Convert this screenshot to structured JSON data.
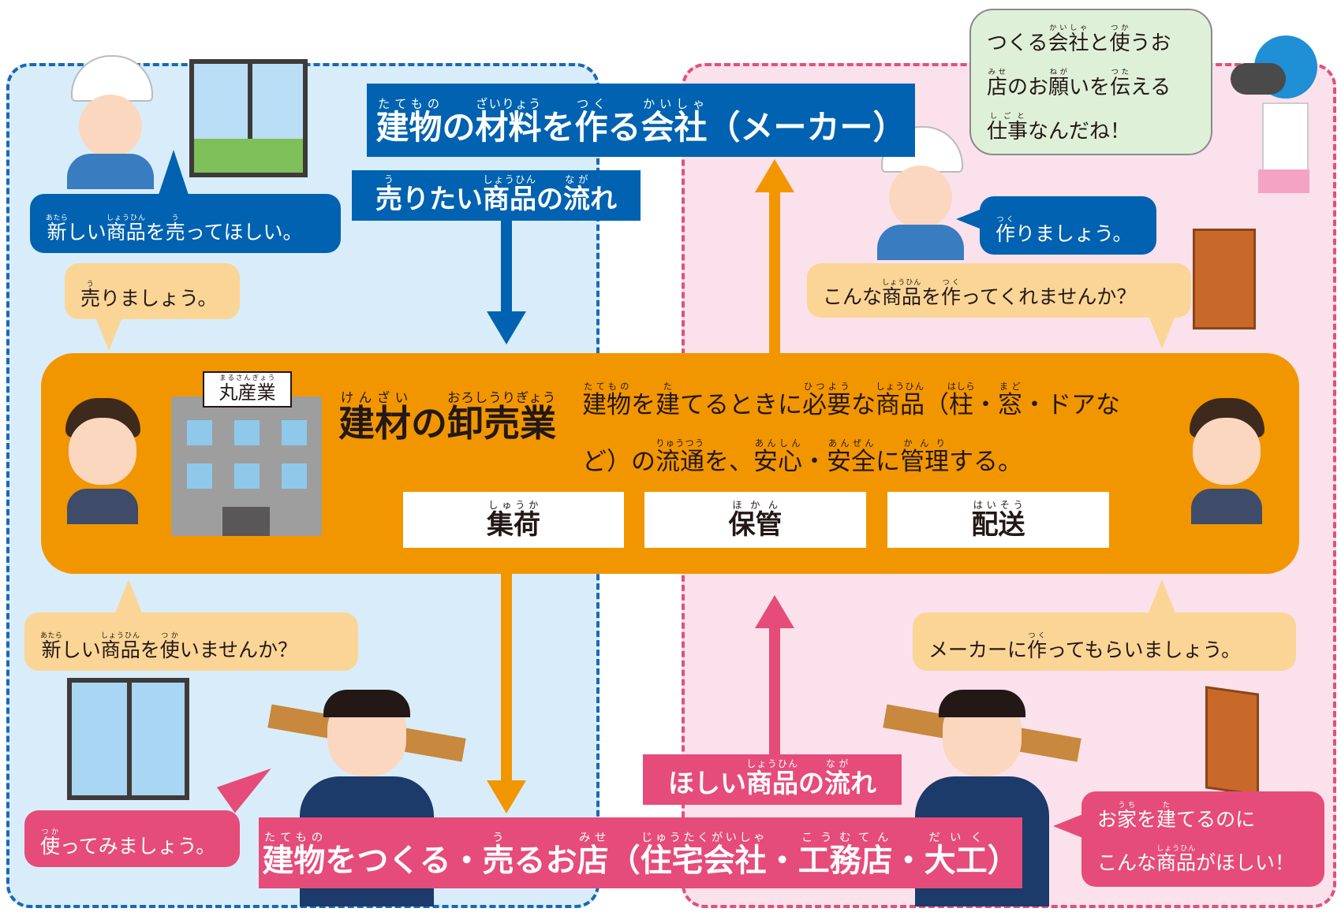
{
  "colors": {
    "maker_blue": "#0062b0",
    "wholesale_orange": "#f29600",
    "store_pink": "#e64c79",
    "bubble_light_orange": "#fbd596",
    "bubble_green": "#dff0d8"
  },
  "maker": {
    "title": [
      [
        "建物",
        "たてもの"
      ],
      [
        "の",
        ""
      ],
      [
        "材料",
        "ざいりょう"
      ],
      [
        "を",
        ""
      ],
      [
        "作",
        "つく"
      ],
      [
        "る",
        ""
      ],
      [
        "会社",
        "かいしゃ"
      ],
      [
        "（メーカー）",
        ""
      ]
    ],
    "flow_label": [
      [
        "売",
        "う"
      ],
      [
        "りたい",
        ""
      ],
      [
        "商品",
        "しょうひん"
      ],
      [
        "の",
        ""
      ],
      [
        "流",
        "なが"
      ],
      [
        "れ",
        ""
      ]
    ]
  },
  "wholesale": {
    "sign": [
      [
        "丸産業",
        "まるさんぎょう"
      ]
    ],
    "title": [
      [
        "建材",
        "けんざい"
      ],
      [
        "の",
        ""
      ],
      [
        "卸売業",
        "おろしうりぎょう"
      ]
    ],
    "description": [
      [
        "建物",
        "たてもの"
      ],
      [
        "を",
        ""
      ],
      [
        "建",
        "た"
      ],
      [
        "てるときに",
        ""
      ],
      [
        "必要",
        "ひつよう"
      ],
      [
        "な",
        ""
      ],
      [
        "商品",
        "しょうひん"
      ],
      [
        "（",
        ""
      ],
      [
        "柱",
        "はしら"
      ],
      [
        "・",
        ""
      ],
      [
        "窓",
        "まど"
      ],
      [
        "・ドアな",
        ""
      ],
      [
        "\n",
        ""
      ],
      [
        "ど）の",
        ""
      ],
      [
        "流通",
        "りゅうつう"
      ],
      [
        "を、",
        ""
      ],
      [
        "安心",
        "あんしん"
      ],
      [
        "・",
        ""
      ],
      [
        "安全",
        "あんぜん"
      ],
      [
        "に",
        ""
      ],
      [
        "管理",
        "かんり"
      ],
      [
        "する。",
        ""
      ]
    ],
    "functions": [
      [
        [
          "集荷",
          "しゅうか"
        ]
      ],
      [
        [
          "保管",
          "ほかん"
        ]
      ],
      [
        [
          "配送",
          "はいそう"
        ]
      ]
    ]
  },
  "store": {
    "title": [
      [
        "建物",
        "たてもの"
      ],
      [
        "をつくる・",
        ""
      ],
      [
        "売",
        "う"
      ],
      [
        "るお",
        ""
      ],
      [
        "店",
        "みせ"
      ],
      [
        "（",
        ""
      ],
      [
        "住宅会社",
        "じゅうたくがいしゃ"
      ],
      [
        "・",
        ""
      ],
      [
        "工務店",
        "こうむてん"
      ],
      [
        "・",
        ""
      ],
      [
        "大工",
        "だいく"
      ],
      [
        "）",
        ""
      ]
    ],
    "flow_label": [
      [
        "ほしい",
        ""
      ],
      [
        "商品",
        "しょうひん"
      ],
      [
        "の",
        ""
      ],
      [
        "流",
        "なが"
      ],
      [
        "れ",
        ""
      ]
    ]
  },
  "bubbles": {
    "left_maker": [
      [
        "新",
        "あたら"
      ],
      [
        "しい",
        ""
      ],
      [
        "商品",
        "しょうひん"
      ],
      [
        "を",
        ""
      ],
      [
        "売",
        "う"
      ],
      [
        "ってほしい。",
        ""
      ]
    ],
    "left_wholesale": [
      [
        "売",
        "う"
      ],
      [
        "りましょう。",
        ""
      ]
    ],
    "left_wholesale_offer": [
      [
        "新",
        "あたら"
      ],
      [
        "しい",
        ""
      ],
      [
        "商品",
        "しょうひん"
      ],
      [
        "を",
        ""
      ],
      [
        "使",
        "つか"
      ],
      [
        "いませんか？",
        ""
      ]
    ],
    "left_store": [
      [
        "使",
        "つか"
      ],
      [
        "ってみましょう。",
        ""
      ]
    ],
    "girl": [
      [
        "つくる",
        ""
      ],
      [
        "会社",
        "かいしゃ"
      ],
      [
        "と",
        ""
      ],
      [
        "使",
        "つか"
      ],
      [
        "うお",
        ""
      ],
      [
        "\n",
        ""
      ],
      [
        "店",
        "みせ"
      ],
      [
        "のお",
        ""
      ],
      [
        "願",
        "ねが"
      ],
      [
        "いを",
        ""
      ],
      [
        "伝",
        "つた"
      ],
      [
        "える",
        ""
      ],
      [
        "\n",
        ""
      ],
      [
        "仕事",
        "しごと"
      ],
      [
        "なんだね！",
        ""
      ]
    ],
    "right_maker": [
      [
        "作",
        "つく"
      ],
      [
        "りましょう。",
        ""
      ]
    ],
    "right_wholesale_request": [
      [
        "こんな",
        ""
      ],
      [
        "商品",
        "しょうひん"
      ],
      [
        "を",
        ""
      ],
      [
        "作",
        "つく"
      ],
      [
        "ってくれませんか？",
        ""
      ]
    ],
    "right_wholesale": [
      [
        "メーカーに",
        ""
      ],
      [
        "作",
        "つく"
      ],
      [
        "ってもらいましょう。",
        ""
      ]
    ],
    "right_store": [
      [
        "お",
        ""
      ],
      [
        "家",
        "うち"
      ],
      [
        "を",
        ""
      ],
      [
        "建",
        "た"
      ],
      [
        "てるのに",
        ""
      ],
      [
        "\n",
        ""
      ],
      [
        "こんな",
        ""
      ],
      [
        "商品",
        "しょうひん"
      ],
      [
        "がほしい！",
        ""
      ]
    ]
  }
}
